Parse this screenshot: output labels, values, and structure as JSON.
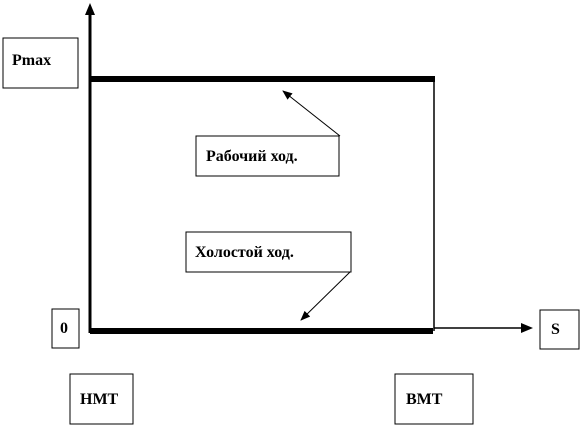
{
  "labels": {
    "pmax": "Pmax",
    "zero": "0",
    "s": "S",
    "nmt": "НМТ",
    "vmt": "ВМТ",
    "working_stroke": "Рабочий ход.",
    "idle_stroke": "Холостой ход."
  },
  "colors": {
    "stroke": "#000000",
    "background": "#ffffff"
  }
}
